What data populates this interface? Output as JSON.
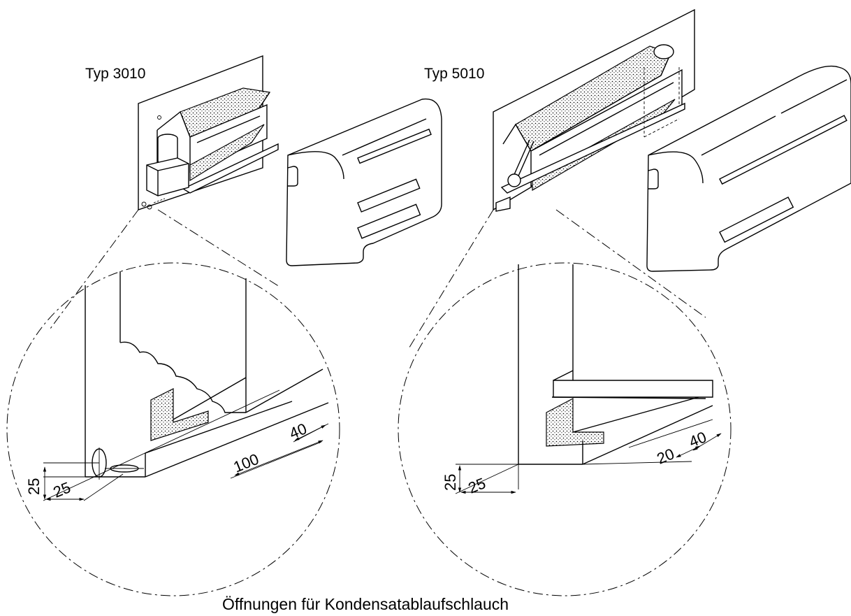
{
  "labels": {
    "type_left": "Typ 3010",
    "type_right": "Typ 5010",
    "caption": "Öffnungen für Kondensatablaufschlauch"
  },
  "dimensions_left": {
    "vertical": "25",
    "horizontal": "25",
    "offset_long": "100",
    "offset_short": "40"
  },
  "dimensions_right": {
    "vertical": "25",
    "horizontal": "25",
    "offset_short": "20",
    "offset_long": "40"
  }
}
